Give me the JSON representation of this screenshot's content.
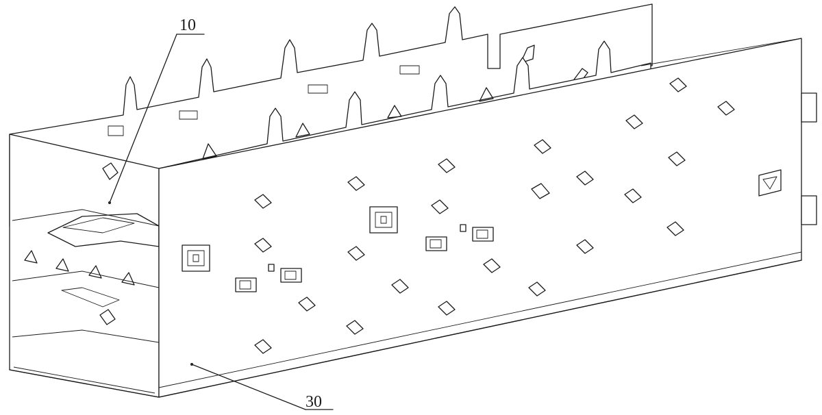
{
  "figure": {
    "callouts": [
      {
        "id": "callout-10",
        "label": "10"
      },
      {
        "id": "callout-30",
        "label": "30"
      }
    ]
  },
  "colors": {
    "line": "#1a1a1a",
    "background": "#ffffff"
  }
}
